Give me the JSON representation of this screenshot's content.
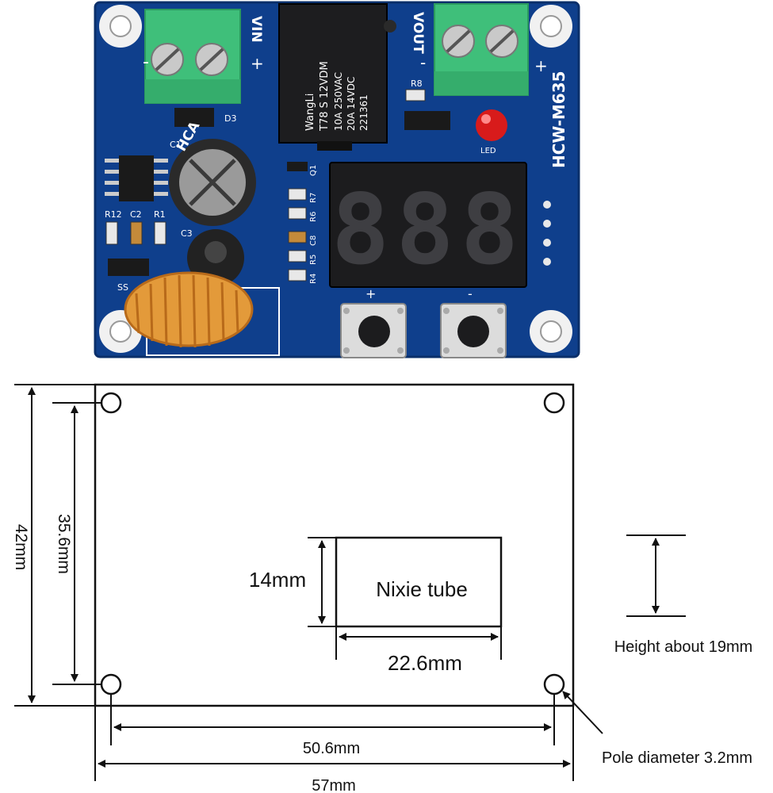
{
  "board": {
    "model": "HCW-M635",
    "terminals": {
      "input_label": "VIN",
      "output_label": "VOUT",
      "minus": "-",
      "plus": "+"
    },
    "relay": {
      "brand": "WangLi",
      "model": "T78 S 12VDM",
      "rating_ac": "10A 250VAC",
      "rating_dc": "20A 14VDC",
      "code": "221361"
    },
    "capacitor_text": "HCA",
    "display_digits": "888",
    "components": {
      "d3": "D3",
      "c1": "C1",
      "c2": "C2",
      "c3": "C3",
      "r1": "R1",
      "r4": "R4",
      "r5": "R5",
      "r6": "R6",
      "r7": "R7",
      "r8": "R8",
      "r12": "R12",
      "q1": "Q1",
      "c8": "C8",
      "ss": "SS",
      "led": "LED"
    },
    "button_plus": "+",
    "button_minus": "-",
    "colors": {
      "pcb": "#0f3f8c",
      "terminal": "#3fbf7a",
      "display": "#1c1c1e",
      "coil": "#e39a3a",
      "led": "#d81b1b"
    }
  },
  "dimensions": {
    "width": "57mm",
    "hole_spacing_x": "50.6mm",
    "height": "42mm",
    "hole_spacing_y": "35.6mm",
    "nixie_label": "Nixie tube",
    "nixie_width": "22.6mm",
    "nixie_height": "14mm",
    "height_note": "Height about 19mm",
    "hole_note": "Pole diameter 3.2mm"
  }
}
